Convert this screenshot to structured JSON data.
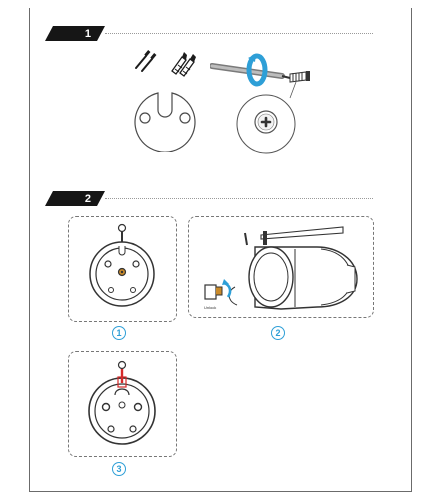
{
  "steps": [
    {
      "number": "1"
    },
    {
      "number": "2"
    }
  ],
  "panels": [
    {
      "label": "1"
    },
    {
      "label": "2"
    },
    {
      "label": "3"
    }
  ],
  "callout": {
    "text": "Unlock"
  },
  "colors": {
    "accent_blue": "#2e9fd7",
    "marker_red": "#d62a2a",
    "tab_black": "#161616",
    "line_gray": "#555555"
  },
  "icons": [
    "screw-icon",
    "wall-anchor-icon",
    "mounting-plate-icon",
    "screwdriver-icon",
    "rotate-arrow-icon",
    "magnified-screw-icon",
    "camera-mount-icon",
    "camera-icon",
    "unlock-arrow-icon"
  ]
}
